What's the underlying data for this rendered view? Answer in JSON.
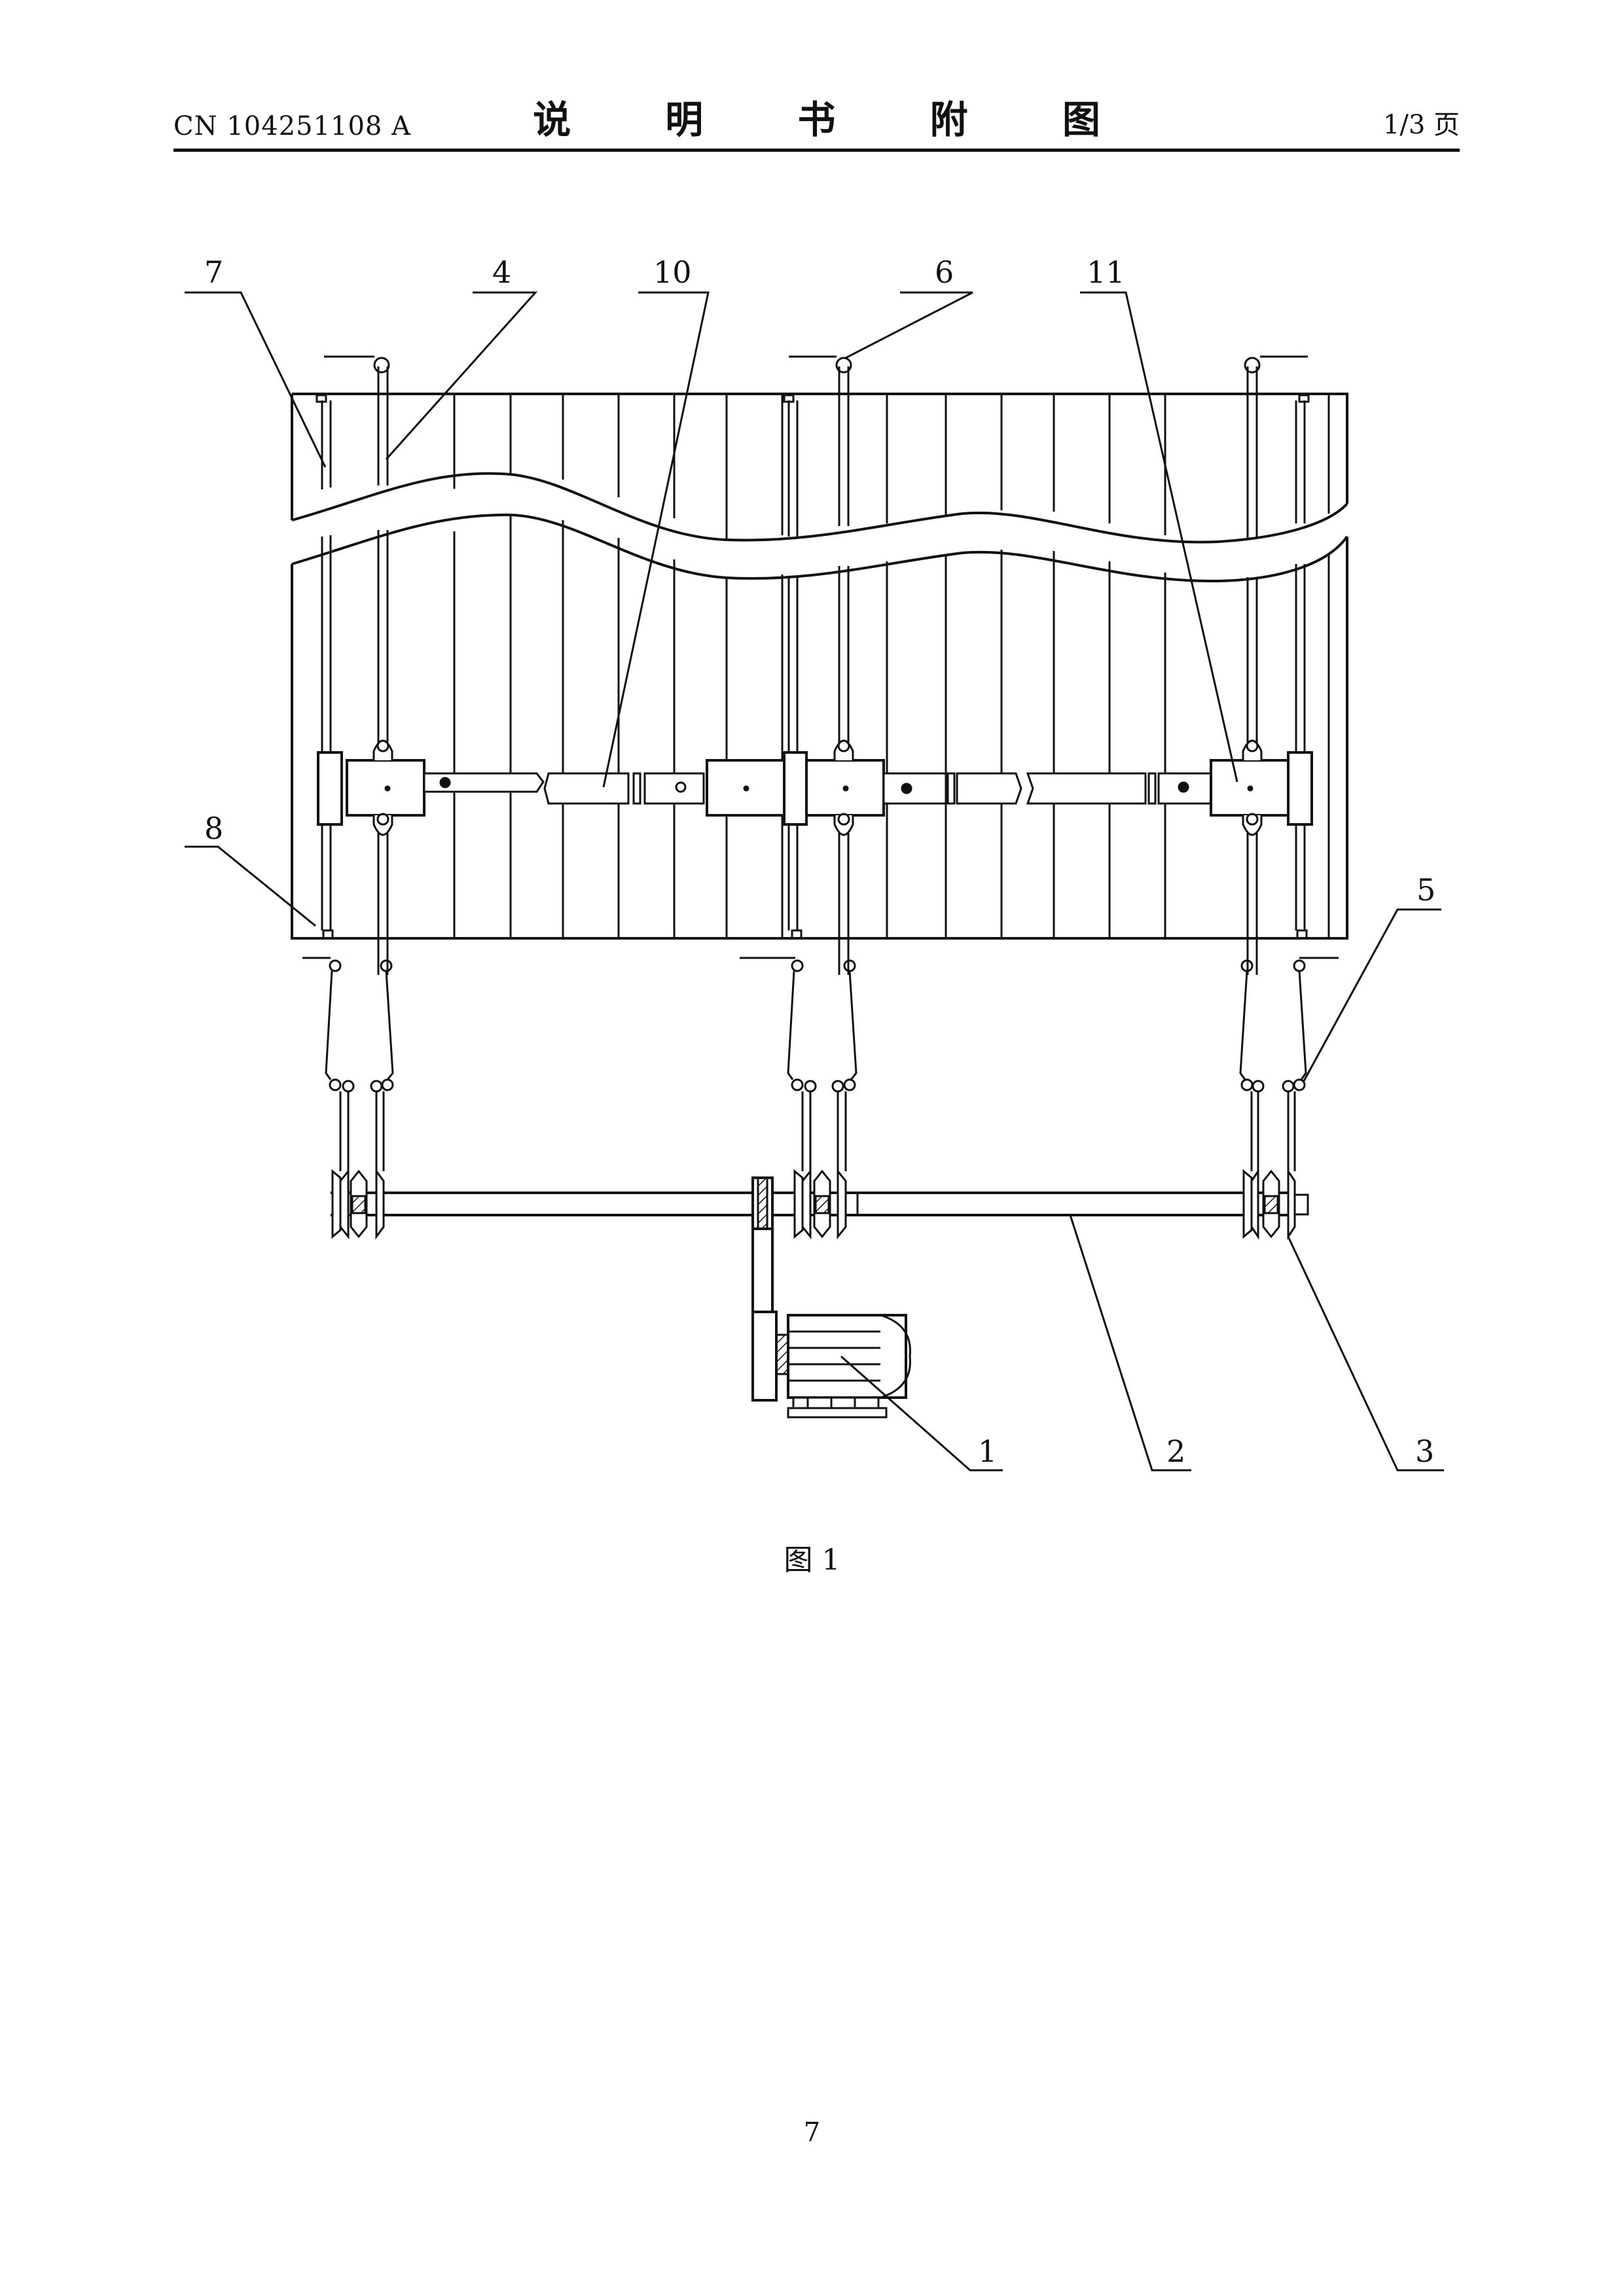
{
  "header": {
    "publication_number": "CN 104251108 A",
    "title": "说 明 书 附 图",
    "page_indicator": "1/3 页"
  },
  "figure": {
    "caption": "图 1",
    "reference_labels": {
      "motor": "1",
      "drive_shaft": "2",
      "pulley": "3",
      "rod": "4",
      "cable_guide": "5",
      "cable_pulley": "6",
      "side_bar": "7",
      "frame": "8",
      "cross_beam": "10",
      "bearing_block": "11"
    }
  },
  "footer": {
    "page_number": "7"
  }
}
